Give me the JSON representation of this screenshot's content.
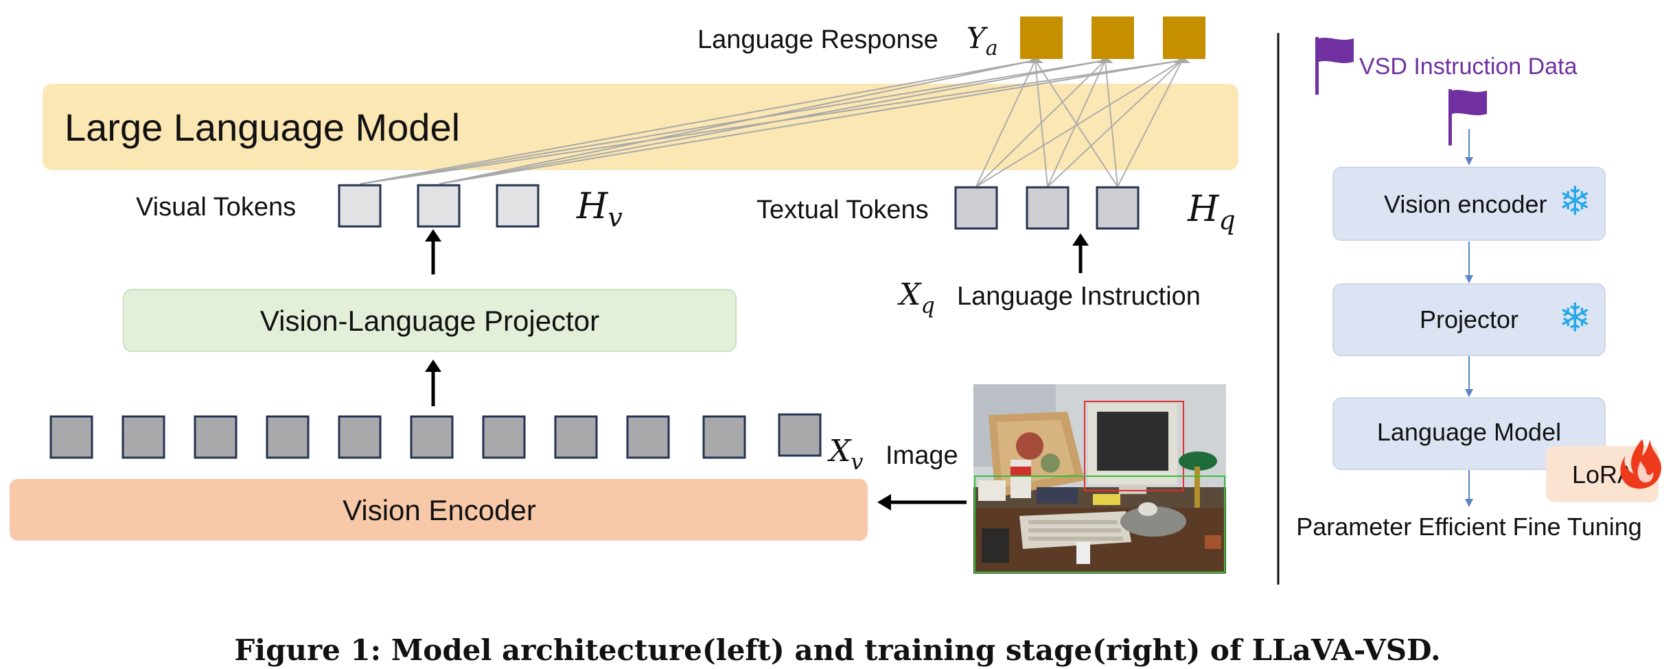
{
  "left": {
    "language_response_label": "Language Response",
    "ya_symbol": "Y",
    "ya_sub": "a",
    "llm_label": "Large Language Model",
    "visual_tokens_label": "Visual Tokens",
    "hv_symbol": "H",
    "hv_sub": "v",
    "textual_tokens_label": "Textual Tokens",
    "hq_symbol": "H",
    "hq_sub": "q",
    "xq_symbol": "X",
    "xq_sub": "q",
    "language_instruction_label": "Language Instruction",
    "projector_label": "Vision-Language Projector",
    "xv_symbol": "X",
    "xv_sub": "v",
    "image_label": "Image",
    "vision_encoder_label": "Vision Encoder"
  },
  "right": {
    "vsd_data_label": "VSD Instruction Data",
    "vision_encoder_label": "Vision encoder",
    "projector_label": "Projector",
    "language_model_label": "Language Model",
    "lora_label": "LoRA",
    "peft_label": "Parameter Efficient Fine Tuning"
  },
  "caption": "Figure 1: Model architecture(left) and training stage(right) of LLaVA-VSD.",
  "colors": {
    "llm_fill": "#fbe7b4",
    "projector_fill": "#e3efd9",
    "vision_encoder_fill": "#f7c9a9",
    "response_token_fill": "#c58f00",
    "visual_token_fill": "#e2e2e4",
    "textual_token_fill": "#cfced3",
    "image_token_fill": "#a9a9ab",
    "token_border": "#243352",
    "stage_fill": "#dce4f4",
    "lora_fill": "#fbe3d2",
    "flag_color": "#7030a0",
    "stage_arrow": "#5b84c4"
  },
  "icons": [
    "flag-icon",
    "snowflake-icon",
    "fire-icon",
    "arrow-icon"
  ]
}
